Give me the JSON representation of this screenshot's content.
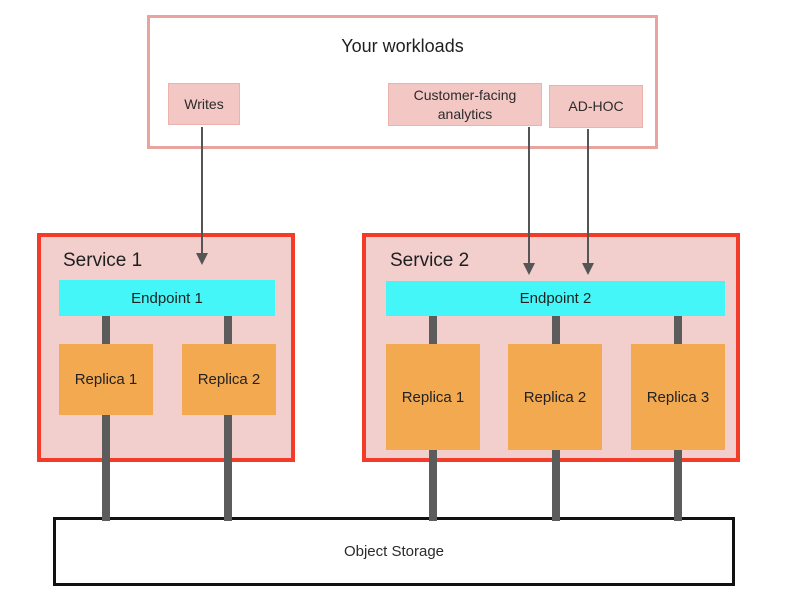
{
  "diagram": {
    "workloads": {
      "title": "Your workloads",
      "items": [
        {
          "id": "writes",
          "label": "Writes"
        },
        {
          "id": "customer-facing-analytics",
          "label": "Customer-facing analytics"
        },
        {
          "id": "ad-hoc",
          "label": "AD-HOC"
        }
      ]
    },
    "services": [
      {
        "name": "Service 1",
        "endpoint": "Endpoint 1",
        "replicas": [
          "Replica 1",
          "Replica 2"
        ]
      },
      {
        "name": "Service 2",
        "endpoint": "Endpoint 2",
        "replicas": [
          "Replica 1",
          "Replica 2",
          "Replica 3"
        ]
      }
    ],
    "storage": {
      "label": "Object Storage"
    },
    "colors": {
      "workloads_border": "#e9a49d",
      "workload_item_fill": "#f3c8c4",
      "service_fill": "#f2cfcc",
      "service_border": "#f43b2a",
      "endpoint_fill": "#45f6f8",
      "replica_fill": "#f2a950",
      "pipe_gray": "#5c5c5c",
      "arrow_gray": "#555555",
      "storage_border": "#111111"
    }
  }
}
